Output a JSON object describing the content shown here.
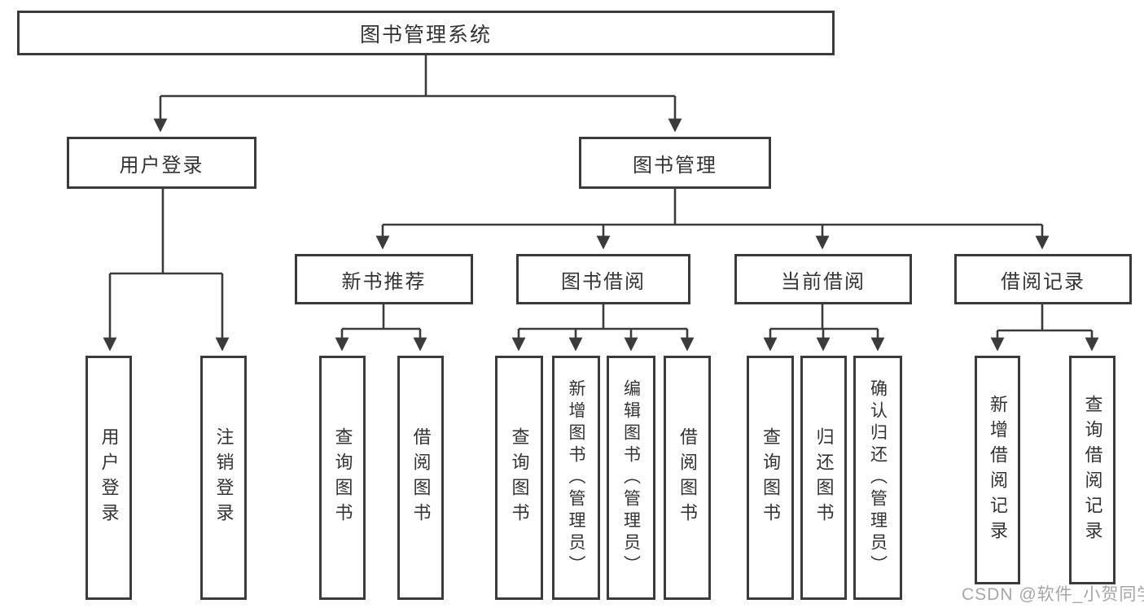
{
  "tree": {
    "root": "图书管理系统",
    "branches": [
      {
        "label": "用户登录",
        "children": [
          "用户登录",
          "注销登录"
        ]
      },
      {
        "label": "图书管理",
        "children": [
          {
            "label": "新书推荐",
            "children": [
              "查询图书",
              "借阅图书"
            ]
          },
          {
            "label": "图书借阅",
            "children": [
              "查询图书",
              "新增图书（管理员）",
              "编辑图书（管理员）",
              "借阅图书"
            ]
          },
          {
            "label": "当前借阅",
            "children": [
              "查询图书",
              "归还图书",
              "确认归还（管理员）"
            ]
          },
          {
            "label": "借阅记录",
            "children": [
              "新增借阅记录",
              "查询借阅记录"
            ]
          }
        ]
      }
    ]
  },
  "watermark": {
    "text": "CSDN @软件_小贺同学"
  },
  "colors": {
    "line": "#3b3b3b",
    "text": "#333333",
    "watermark": "#a6a6a6",
    "background": "#ffffff"
  }
}
